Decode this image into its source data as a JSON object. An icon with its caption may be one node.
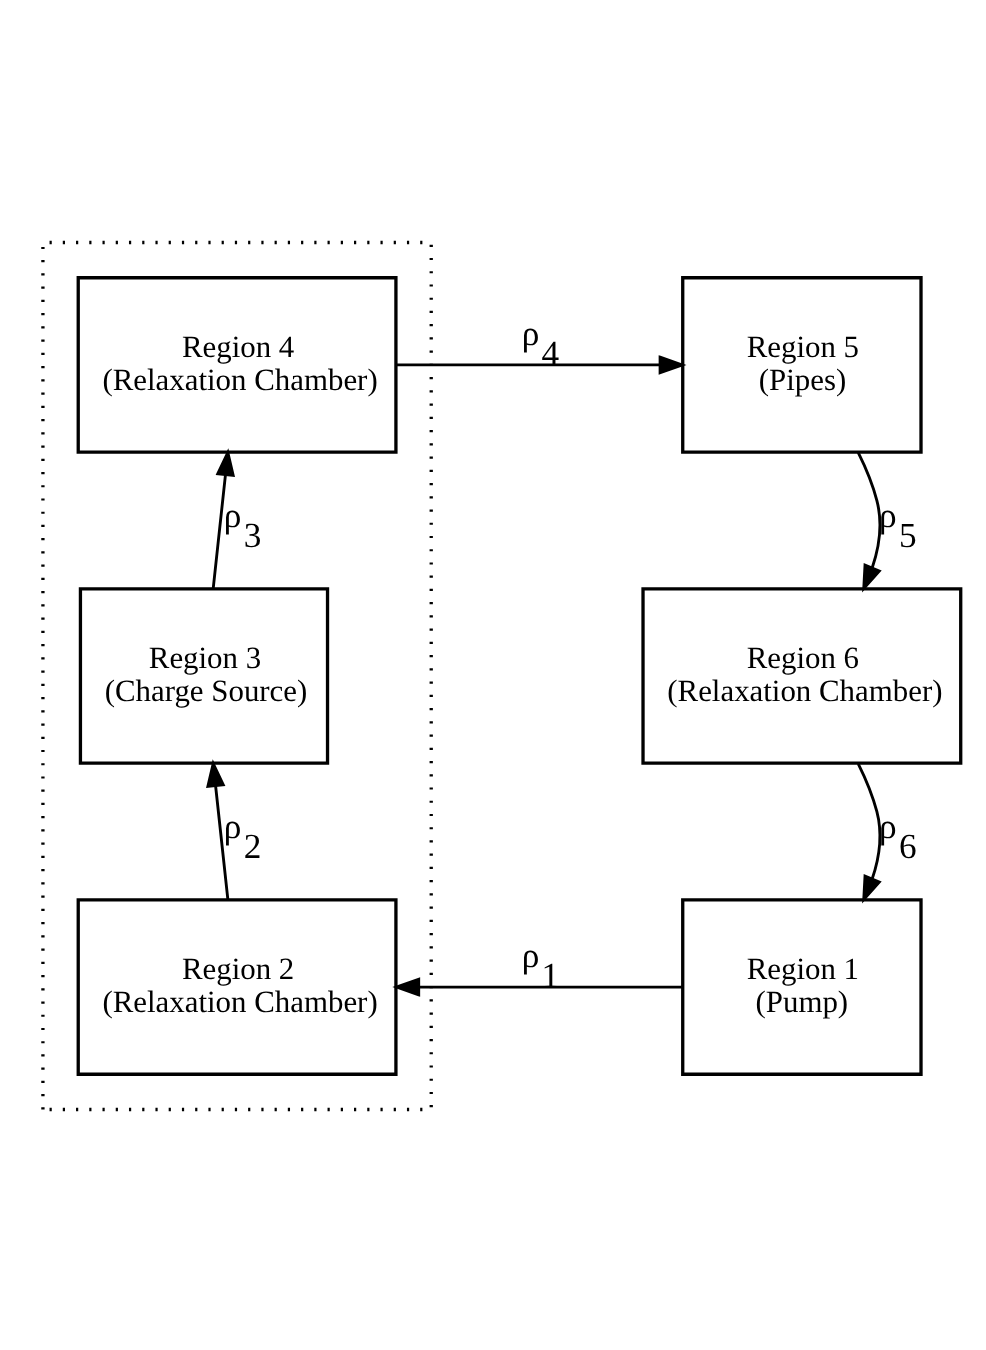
{
  "diagram": {
    "nodes": [
      {
        "text": [],
        "shape": "box"
      },
      {
        "text": [
          "Region 4",
          "(Relaxation Chamber)"
        ],
        "in": 0
      },
      {
        "text": [
          "Region 5",
          "(Pipes)"
        ]
      },
      {
        "text": [
          "Region 3",
          "(Charge Source)"
        ],
        "in": 0
      },
      {
        "text": [
          "Region 6",
          "(Relaxation Chamber)"
        ]
      },
      {
        "text": [
          "Region 2",
          "(Relaxation Chamber)"
        ],
        "in": 0
      },
      {
        "text": [
          "Region 1",
          "(Pump)"
        ]
      }
    ],
    "edges": [
      {
        "from": 1,
        "to": 2,
        "arrow": "to",
        "label": "ρ$_{4}$"
      },
      {
        "from": 2,
        "to": 4,
        "arrow": "to",
        "label": "ρ$_{5}$"
      },
      {
        "from": 4,
        "to": 6,
        "arrow": "to",
        "label": "ρ$_{6}$"
      },
      {
        "from": 6,
        "to": 5,
        "arrow": "to",
        "label": "ρ$_{1}$"
      },
      {
        "from": 5,
        "to": 3,
        "arrow": "to",
        "label": "ρ$_{2}$"
      },
      {
        "from": 3,
        "to": 1,
        "arrow": "to",
        "label": "ρ$_{3}$"
      }
    ]
  }
}
